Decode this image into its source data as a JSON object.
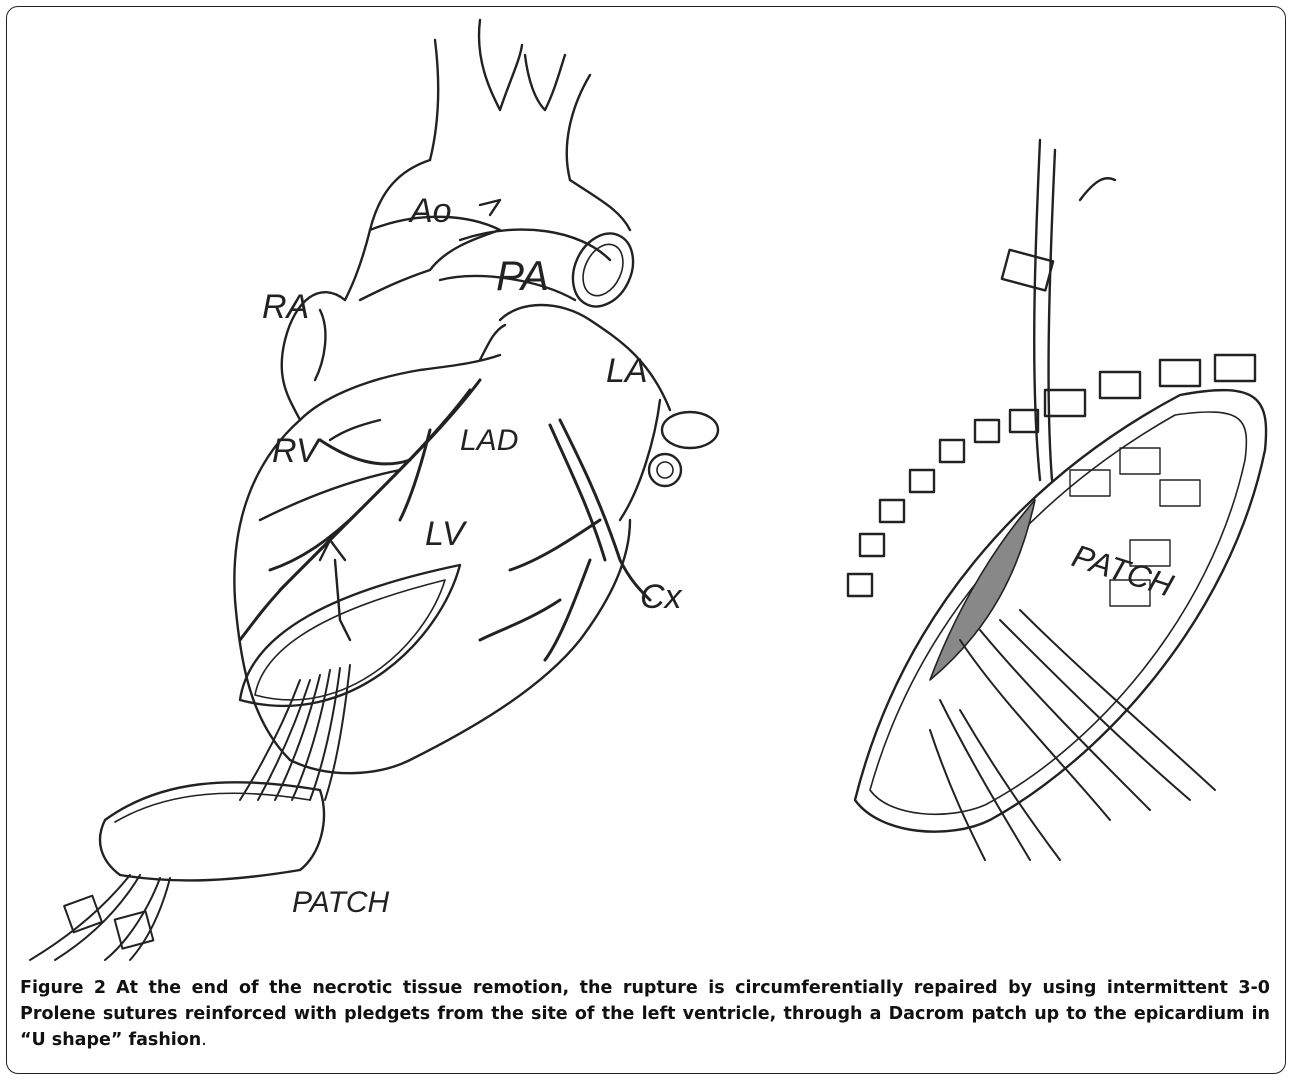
{
  "figure": {
    "labels": {
      "ao": "Ao",
      "pa": "PA",
      "ra": "RA",
      "la": "LA",
      "rv": "RV",
      "lad": "LAD",
      "lv": "LV",
      "cx": "Cx",
      "patch_left": "PATCH",
      "patch_right": "PATCH"
    }
  },
  "caption": {
    "label": "Figure 2",
    "text": "At the end of the necrotic tissue remotion, the rupture is circumferentially repaired by using intermittent 3-0 Prolene sutures reinforced with pledgets from the site of the left ventricle, through a Dacrom patch up to the epicardium in “U shape” fashion",
    "end": "."
  }
}
